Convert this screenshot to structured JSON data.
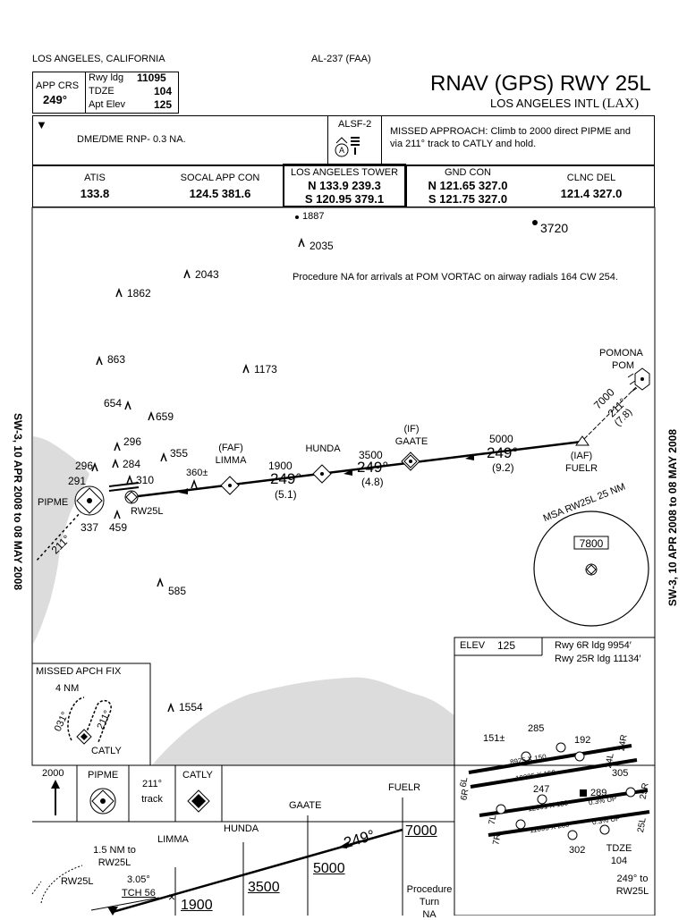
{
  "header": {
    "location": "LOS ANGELES, CALIFORNIA",
    "chart_id": "AL-237 (FAA)",
    "title": "RNAV (GPS) RWY 25L",
    "airport": "LOS ANGELES INTL",
    "airport_code": "(LAX)",
    "app_crs_label": "APP CRS",
    "app_crs_value": "249°",
    "rwy_ldg_label": "Rwy ldg",
    "rwy_ldg_value": "11095",
    "tdze_label": "TDZE",
    "tdze_value": "104",
    "apt_elev_label": "Apt Elev",
    "apt_elev_value": "125"
  },
  "notes": {
    "triangle_symbol": "▼",
    "rnp": "DME/DME RNP- 0.3 NA.",
    "lighting": "ALSF-2",
    "lighting_circle": "A",
    "missed_approach_1": "MISSED APPROACH: Climb to 2000 direct PIPME and",
    "missed_approach_2": "via 211° track to CATLY and hold."
  },
  "comms": [
    {
      "name": "ATIS",
      "line1": "133.8",
      "line2": ""
    },
    {
      "name": "SOCAL APP CON",
      "line1": "124.5  381.6",
      "line2": ""
    },
    {
      "name": "LOS ANGELES TOWER",
      "line1": "N 133.9  239.3",
      "line2": "S 120.95  379.1"
    },
    {
      "name": "GND CON",
      "line1": "N 121.65  327.0",
      "line2": "S 121.75  327.0"
    },
    {
      "name": "CLNC DEL",
      "line1": "121.4  327.0",
      "line2": ""
    }
  ],
  "side_label": "SW-3, 10 APR 2008 to 08 MAY 2008",
  "plan": {
    "procedure_note": "Procedure NA for arrivals at POM VORTAC on airway radials 164 CW 254.",
    "obstacles": [
      "1887",
      "2035",
      "3720",
      "2043",
      "1862",
      "863",
      "1173",
      "654",
      "659",
      "296",
      "284",
      "355",
      "296",
      "291",
      "310",
      "337",
      "459",
      "585",
      "1554",
      "360±"
    ],
    "fixes": {
      "pomona": "POMONA",
      "pom": "POM",
      "pom_radial": "211°",
      "pom_alt": "7000",
      "pom_dist": "(7.8)",
      "fuelr": "FUELR",
      "fuelr_iaf": "(IAF)",
      "gaate": "GAATE",
      "gaate_if": "(IF)",
      "hunda": "HUNDA",
      "limma": "LIMMA",
      "limma_faf": "(FAF)",
      "pipme": "PIPME",
      "rw25l": "RW25L"
    },
    "legs": [
      {
        "alt": "5000",
        "course": "249°",
        "dist": "(9.2)"
      },
      {
        "alt": "3500",
        "course": "249°",
        "dist": "(4.8)"
      },
      {
        "alt": "1900",
        "course": "249°",
        "dist": "(5.1)"
      }
    ],
    "pipme_track": "211°",
    "msa_label": "MSA RW25L 25 NM",
    "msa_alt": "7800"
  },
  "missed_fix": {
    "title": "MISSED APCH FIX",
    "dist": "4 NM",
    "in": "031°",
    "out": "211°",
    "fix": "CATLY"
  },
  "airport_diagram": {
    "elev_label": "ELEV",
    "elev_value": "125",
    "rwy_6r": "Rwy 6R ldg 9954′",
    "rwy_25r": "Rwy 25R ldg 11134′",
    "labels": [
      "151±",
      "285",
      "192",
      "305",
      "289",
      "247",
      "302",
      "8925 X 150",
      "10285 X 150",
      "12091 X 150",
      "11095 X 200",
      "0.3% UP",
      "0.3% UP",
      "6L",
      "6R",
      "7L",
      "7R",
      "24R",
      "24L",
      "25R",
      "25L"
    ],
    "tdze_label": "TDZE",
    "tdze_value": "104",
    "course_note_1": "249° to",
    "course_note_2": "RW25L"
  },
  "profile": {
    "alt_2000": "2000",
    "pipme": "PIPME",
    "track": "211°",
    "track_label": "track",
    "catly": "CATLY",
    "fuelr": "FUELR",
    "gaate": "GAATE",
    "hunda": "HUNDA",
    "limma": "LIMMA",
    "alt_7000": "7000",
    "alt_5000": "5000",
    "alt_3500": "3500",
    "alt_1900": "1900",
    "course": "249°",
    "nm_note_1": "1.5 NM to",
    "nm_note_2": "RW25L",
    "gp": "3.05°",
    "tch": "TCH 56",
    "rw25l": "RW25L",
    "proc_turn_1": "Procedure",
    "proc_turn_2": "Turn",
    "proc_turn_3": "NA"
  }
}
